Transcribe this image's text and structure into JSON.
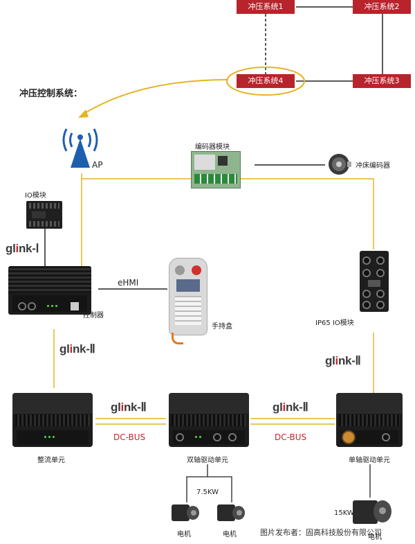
{
  "systems": {
    "s1": "冲压系统1",
    "s2": "冲压系统2",
    "s3": "冲压系统3",
    "s4": "冲压系统4"
  },
  "title": "冲压控制系统：",
  "ap_label": "AP",
  "encoder_module_label": "编码器模块",
  "press_encoder_label": "冲床编码器",
  "io_module_label": "IO模块",
  "glink1": {
    "base": "gl",
    "accent": "i",
    "tail": "nk-Ⅰ"
  },
  "glink2": {
    "base": "gl",
    "accent": "i",
    "tail": "nk-Ⅱ"
  },
  "ehmi_label": "eHMI",
  "controller_label": "控制器",
  "pendant_label": "手持盒",
  "ip65_label": "IP65 IO模块",
  "dcbus_label": "DC-BUS",
  "rectifier_label": "整流单元",
  "dual_axis_label": "双轴驱动单元",
  "single_axis_label": "单轴驱动单元",
  "power_75": "7.5KW",
  "power_15": "15KW",
  "motor_label": "电机",
  "credit": "图片发布者：固高科技股份有限公司",
  "colors": {
    "red": "#b8242c",
    "gold": "#e6b422",
    "blue": "#1d5fae",
    "dark": "#1c1c1c"
  }
}
